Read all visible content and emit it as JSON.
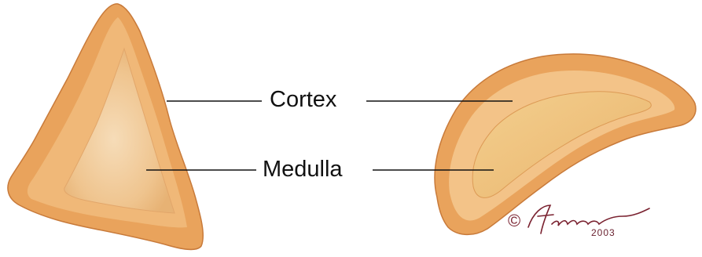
{
  "labels": {
    "cortex": "Cortex",
    "medulla": "Medulla"
  },
  "signature": {
    "symbol": "©",
    "name": "Fairman",
    "year": "2003"
  },
  "colors": {
    "cortex_outer": "#e9a35c",
    "cortex_inner": "#f3c58a",
    "medulla": "#f0c890",
    "medulla_core": "#f2d2a6",
    "outline": "#c87a3a",
    "leader_line": "#111111",
    "signature": "#7a2230"
  }
}
